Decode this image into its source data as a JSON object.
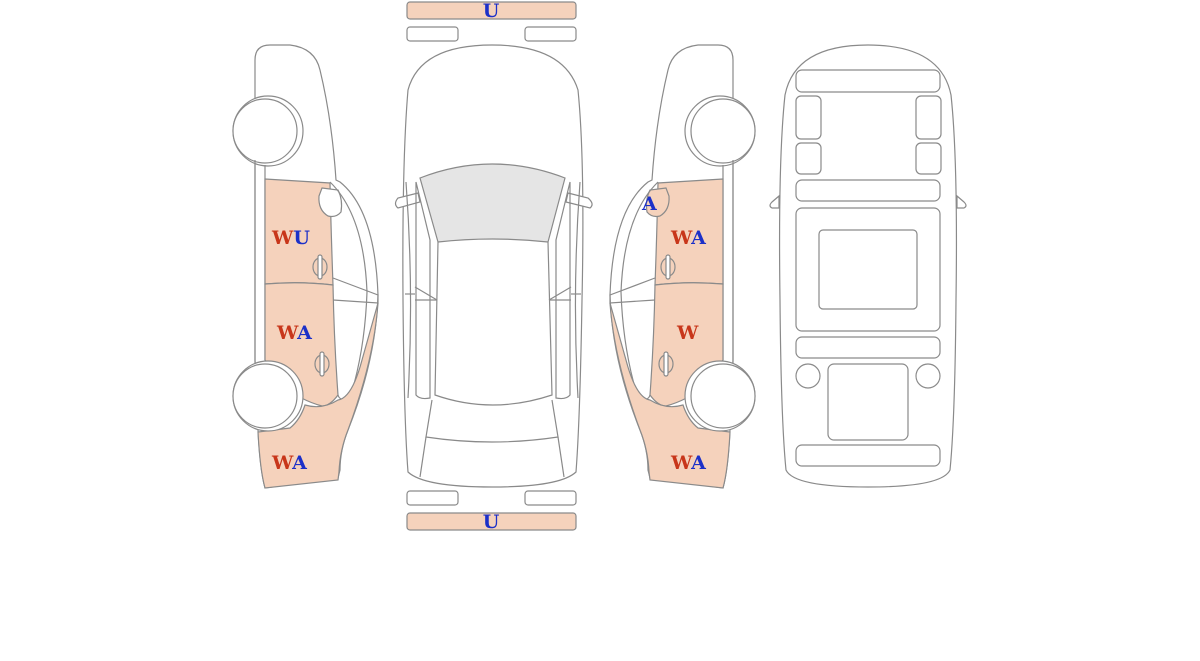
{
  "colors": {
    "damaged_panel_fill": "#f5d2bc",
    "outline": "#8a8a8a",
    "code_W": "#c8361a",
    "code_A": "#1c30c8",
    "code_U": "#1c30c8"
  },
  "top_view": {
    "front_bumper": {
      "codes": [
        {
          "letter": "U",
          "color": "blue"
        }
      ]
    },
    "rear_bumper": {
      "codes": [
        {
          "letter": "U",
          "color": "blue"
        }
      ]
    }
  },
  "left_side": {
    "front_door": {
      "codes": [
        {
          "letter": "W",
          "color": "red"
        },
        {
          "letter": "U",
          "color": "blue"
        }
      ]
    },
    "rear_door": {
      "codes": [
        {
          "letter": "W",
          "color": "red"
        },
        {
          "letter": "A",
          "color": "blue"
        }
      ]
    },
    "rear_quarter": {
      "codes": [
        {
          "letter": "W",
          "color": "red"
        },
        {
          "letter": "A",
          "color": "blue"
        }
      ]
    }
  },
  "right_side": {
    "mirror": {
      "codes": [
        {
          "letter": "A",
          "color": "blue"
        }
      ]
    },
    "front_door": {
      "codes": [
        {
          "letter": "W",
          "color": "red"
        },
        {
          "letter": "A",
          "color": "blue"
        }
      ]
    },
    "rear_door": {
      "codes": [
        {
          "letter": "W",
          "color": "red"
        }
      ]
    },
    "rear_quarter": {
      "codes": [
        {
          "letter": "W",
          "color": "red"
        },
        {
          "letter": "A",
          "color": "blue"
        }
      ]
    }
  }
}
